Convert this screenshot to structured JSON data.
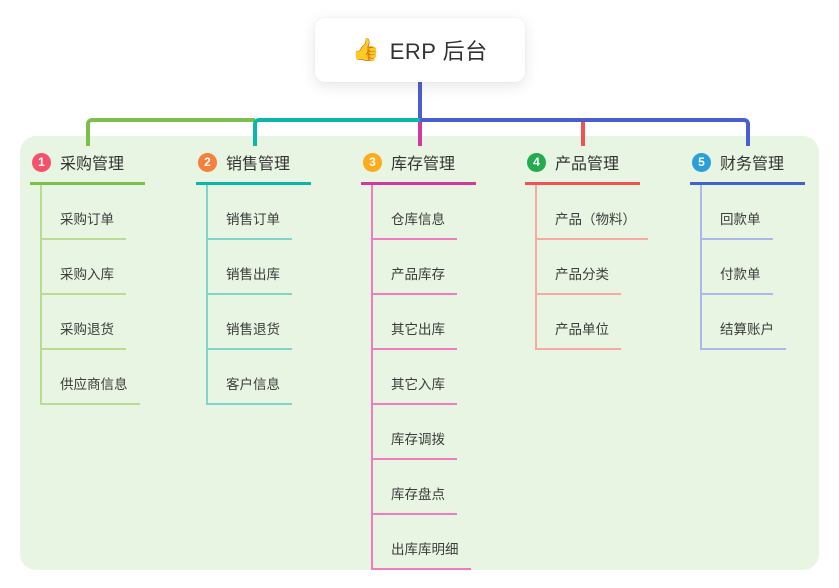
{
  "root": {
    "emoji": "👍",
    "label": "ERP 后台"
  },
  "branches": [
    {
      "num": "1",
      "label": "采购管理",
      "circle_color": "#f4516c",
      "line_color": "#7cbf4d",
      "sub_line_color": "#b9dc92",
      "items": [
        "采购订单",
        "采购入库",
        "采购退货",
        "供应商信息"
      ]
    },
    {
      "num": "2",
      "label": "销售管理",
      "circle_color": "#f5803b",
      "line_color": "#0db6ab",
      "sub_line_color": "#7fd5c9",
      "items": [
        "销售订单",
        "销售出库",
        "销售退货",
        "客户信息"
      ]
    },
    {
      "num": "3",
      "label": "库存管理",
      "circle_color": "#fbab1c",
      "line_color": "#d2399f",
      "sub_line_color": "#ee7cc0",
      "items": [
        "仓库信息",
        "产品库存",
        "其它出库",
        "其它入库",
        "库存调拨",
        "库存盘点",
        "出库库明细"
      ]
    },
    {
      "num": "4",
      "label": "产品管理",
      "circle_color": "#22ac4e",
      "line_color": "#f25352",
      "sub_line_color": "#f8a9a2",
      "items": [
        "产品（物料）",
        "产品分类",
        "产品单位"
      ]
    },
    {
      "num": "5",
      "label": "财务管理",
      "circle_color": "#2b9fd9",
      "line_color": "#4263cd",
      "sub_line_color": "#a9bae9",
      "items": [
        "回款单",
        "付款单",
        "结算账户"
      ]
    }
  ],
  "colors": {
    "panel_bg": "#e8f5e2",
    "stem": "#4a5ed0",
    "bus_green": "#7cbf4d",
    "bus_teal": "#0db6ab",
    "bus_blue": "#4a5ed0",
    "drop_magenta": "#d2399f",
    "drop_red": "#f25352",
    "text": "#333333"
  }
}
